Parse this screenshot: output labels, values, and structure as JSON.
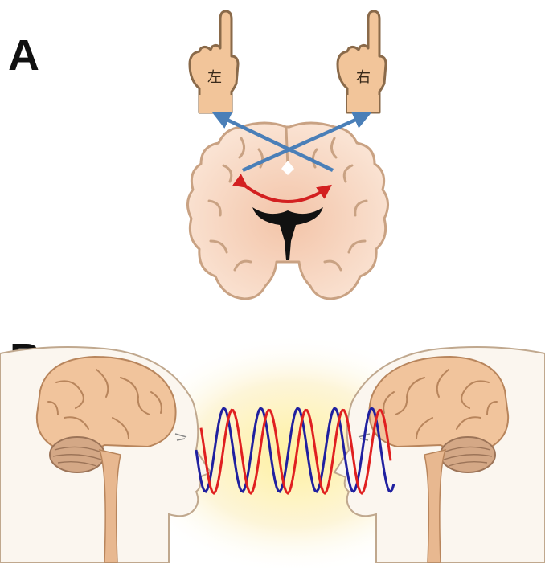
{
  "panel_a": {
    "label": "A",
    "left_hand_text": "左",
    "right_hand_text": "右"
  },
  "panel_b": {
    "label": "B"
  },
  "colors": {
    "skin": "#f2c59a",
    "skin_outline": "#8a6a4a",
    "brain_fill": "#f6d2bd",
    "brain_outline": "#c9a283",
    "crossing_arrows": "#4a7fb8",
    "callosal_arrow": "#d32020",
    "wave_red": "#e02020",
    "wave_blue": "#2020a0",
    "glow": "#fff3b0"
  }
}
